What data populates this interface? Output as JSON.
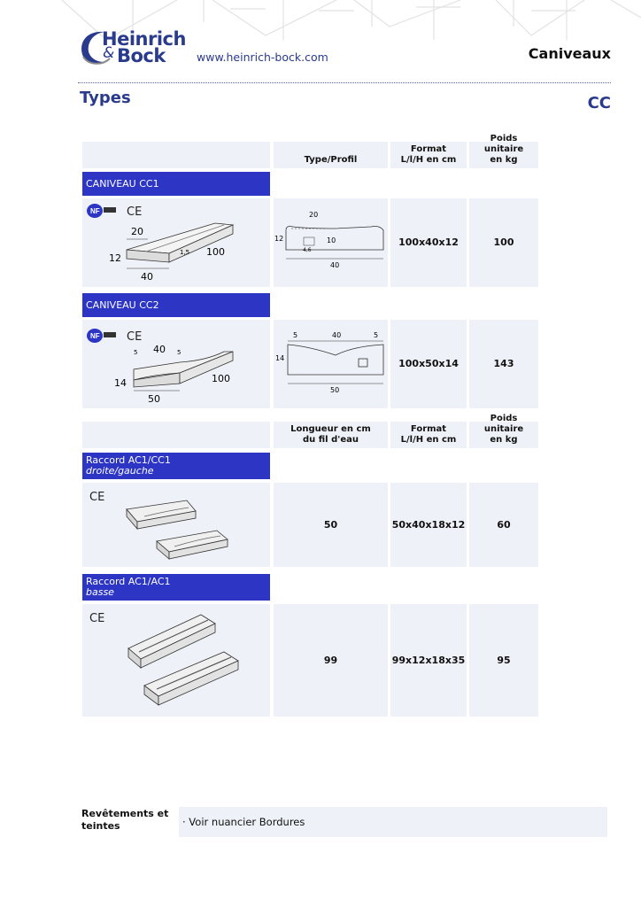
{
  "header": {
    "logo_line1": "Heinrich",
    "logo_amp": "&",
    "logo_line2": "Bock",
    "website": "www.heinrich-bock.com",
    "section": "Caniveaux"
  },
  "page": {
    "title": "Types",
    "code": "CC"
  },
  "table1": {
    "headers": [
      "Type/Profil",
      "Format\nL/l/H en cm",
      "Poids unitaire\nen kg"
    ],
    "rows": [
      {
        "name": "CANIVEAU CC1",
        "marks": [
          "NF",
          "CE"
        ],
        "dims": [
          "20",
          "12",
          "1,5",
          "100",
          "40"
        ],
        "profile": [
          "20",
          "12",
          "10",
          "4,6",
          "40"
        ],
        "format": "100x40x12",
        "weight": "100"
      },
      {
        "name": "CANIVEAU CC2",
        "marks": [
          "NF",
          "CE"
        ],
        "dims": [
          "5",
          "40",
          "5",
          "14",
          "100",
          "50"
        ],
        "profile": [
          "5",
          "40",
          "5",
          "14",
          "50"
        ],
        "format": "100x50x14",
        "weight": "143"
      }
    ]
  },
  "table2": {
    "headers": [
      "Longueur en cm\ndu fil d'eau",
      "Format\nL/l/H en cm",
      "Poids unitaire\nen kg"
    ],
    "rows": [
      {
        "name": "Raccord AC1/CC1",
        "sub": "droite/gauche",
        "marks": [
          "CE"
        ],
        "length": "50",
        "format": "50x40x18x12",
        "weight": "60"
      },
      {
        "name": "Raccord AC1/AC1",
        "sub": "basse",
        "marks": [
          "CE"
        ],
        "length": "99",
        "format": "99x12x18x35",
        "weight": "95"
      }
    ]
  },
  "footer": {
    "label": "Revêtements et teintes",
    "value": "· Voir nuancier Bordures"
  },
  "colors": {
    "brand": "#2a3a8c",
    "bar": "#2c35c4",
    "cell": "#eef1f7"
  }
}
